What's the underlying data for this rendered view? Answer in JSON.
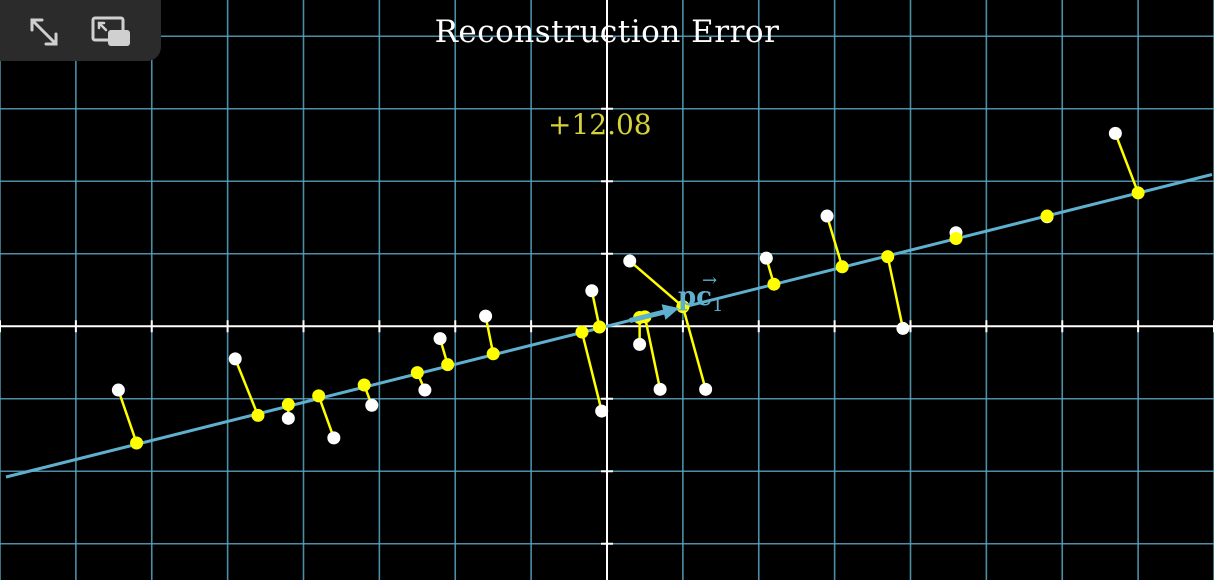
{
  "title": "Reconstruction Error",
  "error_value": "+12.08",
  "vector_label": {
    "main": "pc",
    "subscript": "1",
    "accent": "→"
  },
  "controls": [
    {
      "name": "expand-icon",
      "icon": "expand-arrows"
    },
    {
      "name": "picture-in-picture-icon",
      "icon": "pip"
    }
  ],
  "colors": {
    "background": "#000000",
    "grid": "#5aa7c4",
    "axes": "#ffffff",
    "pc_line": "#5fb0cf",
    "projection": "#ffff00",
    "original_point": "#ffffff",
    "error_text": "#d6d23a"
  },
  "chart_data": {
    "type": "scatter",
    "xlim": [
      -8,
      8
    ],
    "ylim": [
      -3.5,
      4.5
    ],
    "grid": true,
    "pc_direction": [
      1.0,
      0.2625
    ],
    "pairs": [
      {
        "orig": [
          -6.44,
          -0.88
        ],
        "proj": [
          -6.2,
          -1.61
        ]
      },
      {
        "orig": [
          -4.9,
          -0.45
        ],
        "proj": [
          -4.6,
          -1.23
        ]
      },
      {
        "orig": [
          -4.2,
          -1.27
        ],
        "proj": [
          -4.2,
          -1.08
        ]
      },
      {
        "orig": [
          -3.6,
          -1.54
        ],
        "proj": [
          -3.8,
          -0.96
        ]
      },
      {
        "orig": [
          -3.1,
          -1.09
        ],
        "proj": [
          -3.2,
          -0.81
        ]
      },
      {
        "orig": [
          -2.4,
          -0.88
        ],
        "proj": [
          -2.5,
          -0.64
        ]
      },
      {
        "orig": [
          -2.2,
          -0.17
        ],
        "proj": [
          -2.1,
          -0.53
        ]
      },
      {
        "orig": [
          -1.6,
          0.14
        ],
        "proj": [
          -1.5,
          -0.38
        ]
      },
      {
        "orig": [
          -0.2,
          0.49
        ],
        "proj": [
          -0.1,
          -0.01
        ]
      },
      {
        "orig": [
          -0.07,
          -1.17
        ],
        "proj": [
          -0.33,
          -0.08
        ]
      },
      {
        "orig": [
          0.3,
          0.9
        ],
        "proj": [
          1.0,
          0.27
        ]
      },
      {
        "orig": [
          0.43,
          -0.25
        ],
        "proj": [
          0.43,
          0.12
        ]
      },
      {
        "orig": [
          0.7,
          -0.87
        ],
        "proj": [
          0.5,
          0.13
        ]
      },
      {
        "orig": [
          1.3,
          -0.87
        ],
        "proj": [
          1.0,
          0.27
        ]
      },
      {
        "orig": [
          2.1,
          0.94
        ],
        "proj": [
          2.2,
          0.58
        ]
      },
      {
        "orig": [
          2.9,
          1.52
        ],
        "proj": [
          3.1,
          0.82
        ]
      },
      {
        "orig": [
          3.9,
          -0.03
        ],
        "proj": [
          3.7,
          0.96
        ]
      },
      {
        "orig": [
          4.6,
          1.29
        ],
        "proj": [
          4.6,
          1.21
        ]
      },
      {
        "orig": [
          5.8,
          1.51
        ],
        "proj": [
          5.8,
          1.52
        ]
      },
      {
        "orig": [
          6.7,
          2.66
        ],
        "proj": [
          7.0,
          1.84
        ]
      }
    ]
  }
}
